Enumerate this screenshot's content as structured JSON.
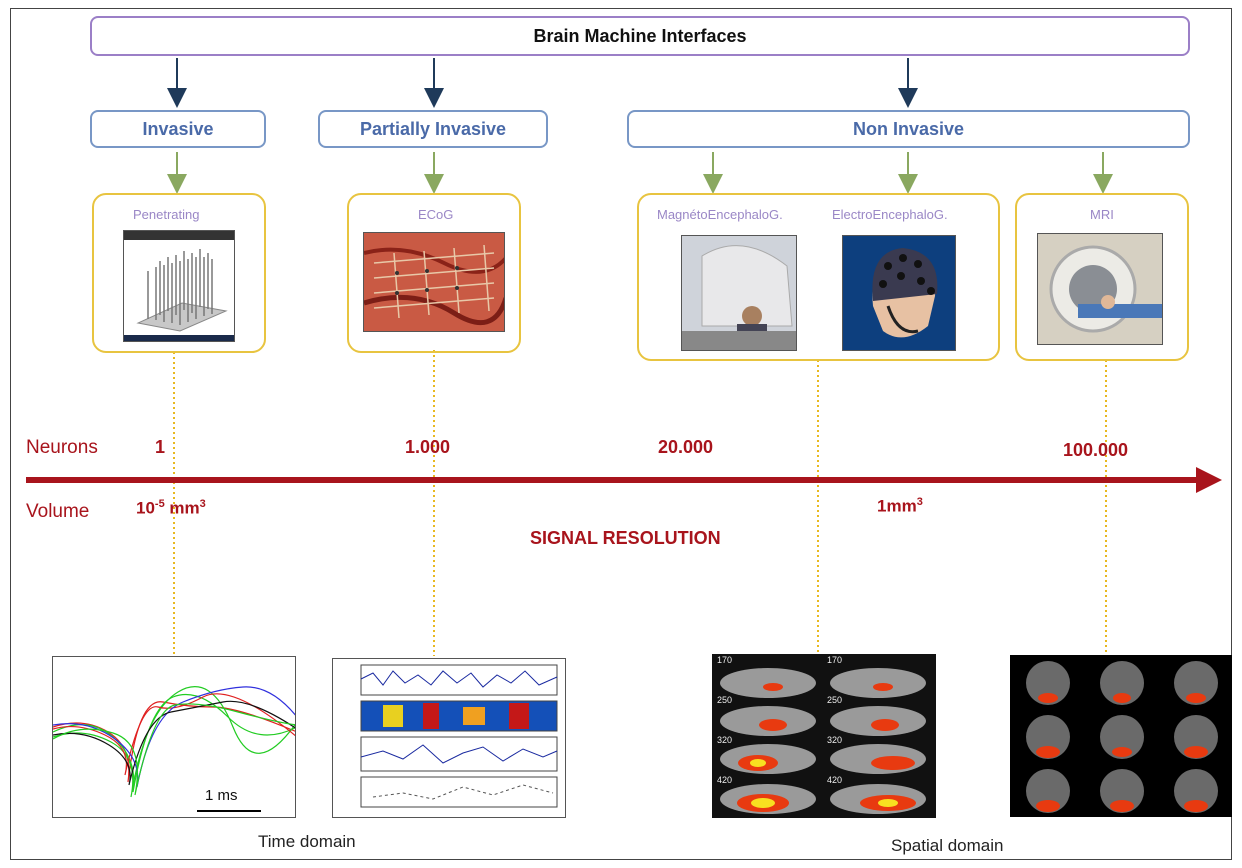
{
  "title": "Brain Machine Interfaces",
  "categories": {
    "invasive": "Invasive",
    "partial": "Partially Invasive",
    "noninvasive": "Non Invasive"
  },
  "techniques": {
    "penetrating": "Penetrating",
    "ecog": "ECoG",
    "meg": "MagnétoEncephaloG.",
    "eeg": "ElectroEncephaloG.",
    "mri": "MRI"
  },
  "axis": {
    "neurons_label": "Neurons",
    "volume_label": "Volume",
    "neurons": [
      "1",
      "1.000",
      "20.000",
      "100.000"
    ],
    "volume_small_base": "10",
    "volume_small_exp": "-5",
    "volume_small_unit": " mm",
    "volume_small_unit_exp": "3",
    "volume_large_base": "1mm",
    "volume_large_exp": "3",
    "axis_title": "SIGNAL RESOLUTION"
  },
  "scale_bar": "1 ms",
  "captions": {
    "time": "Time domain",
    "spatial": "Spatial domain"
  },
  "brain_slice_labels": [
    "170",
    "170",
    "250",
    "250",
    "320",
    "320",
    "420",
    "420"
  ],
  "colors": {
    "purple": "#9b7fc7",
    "blue": "#7897c6",
    "gold": "#e8c440",
    "red": "#a8141c",
    "navy": "#1f3a5a",
    "green": "#8aa860"
  }
}
